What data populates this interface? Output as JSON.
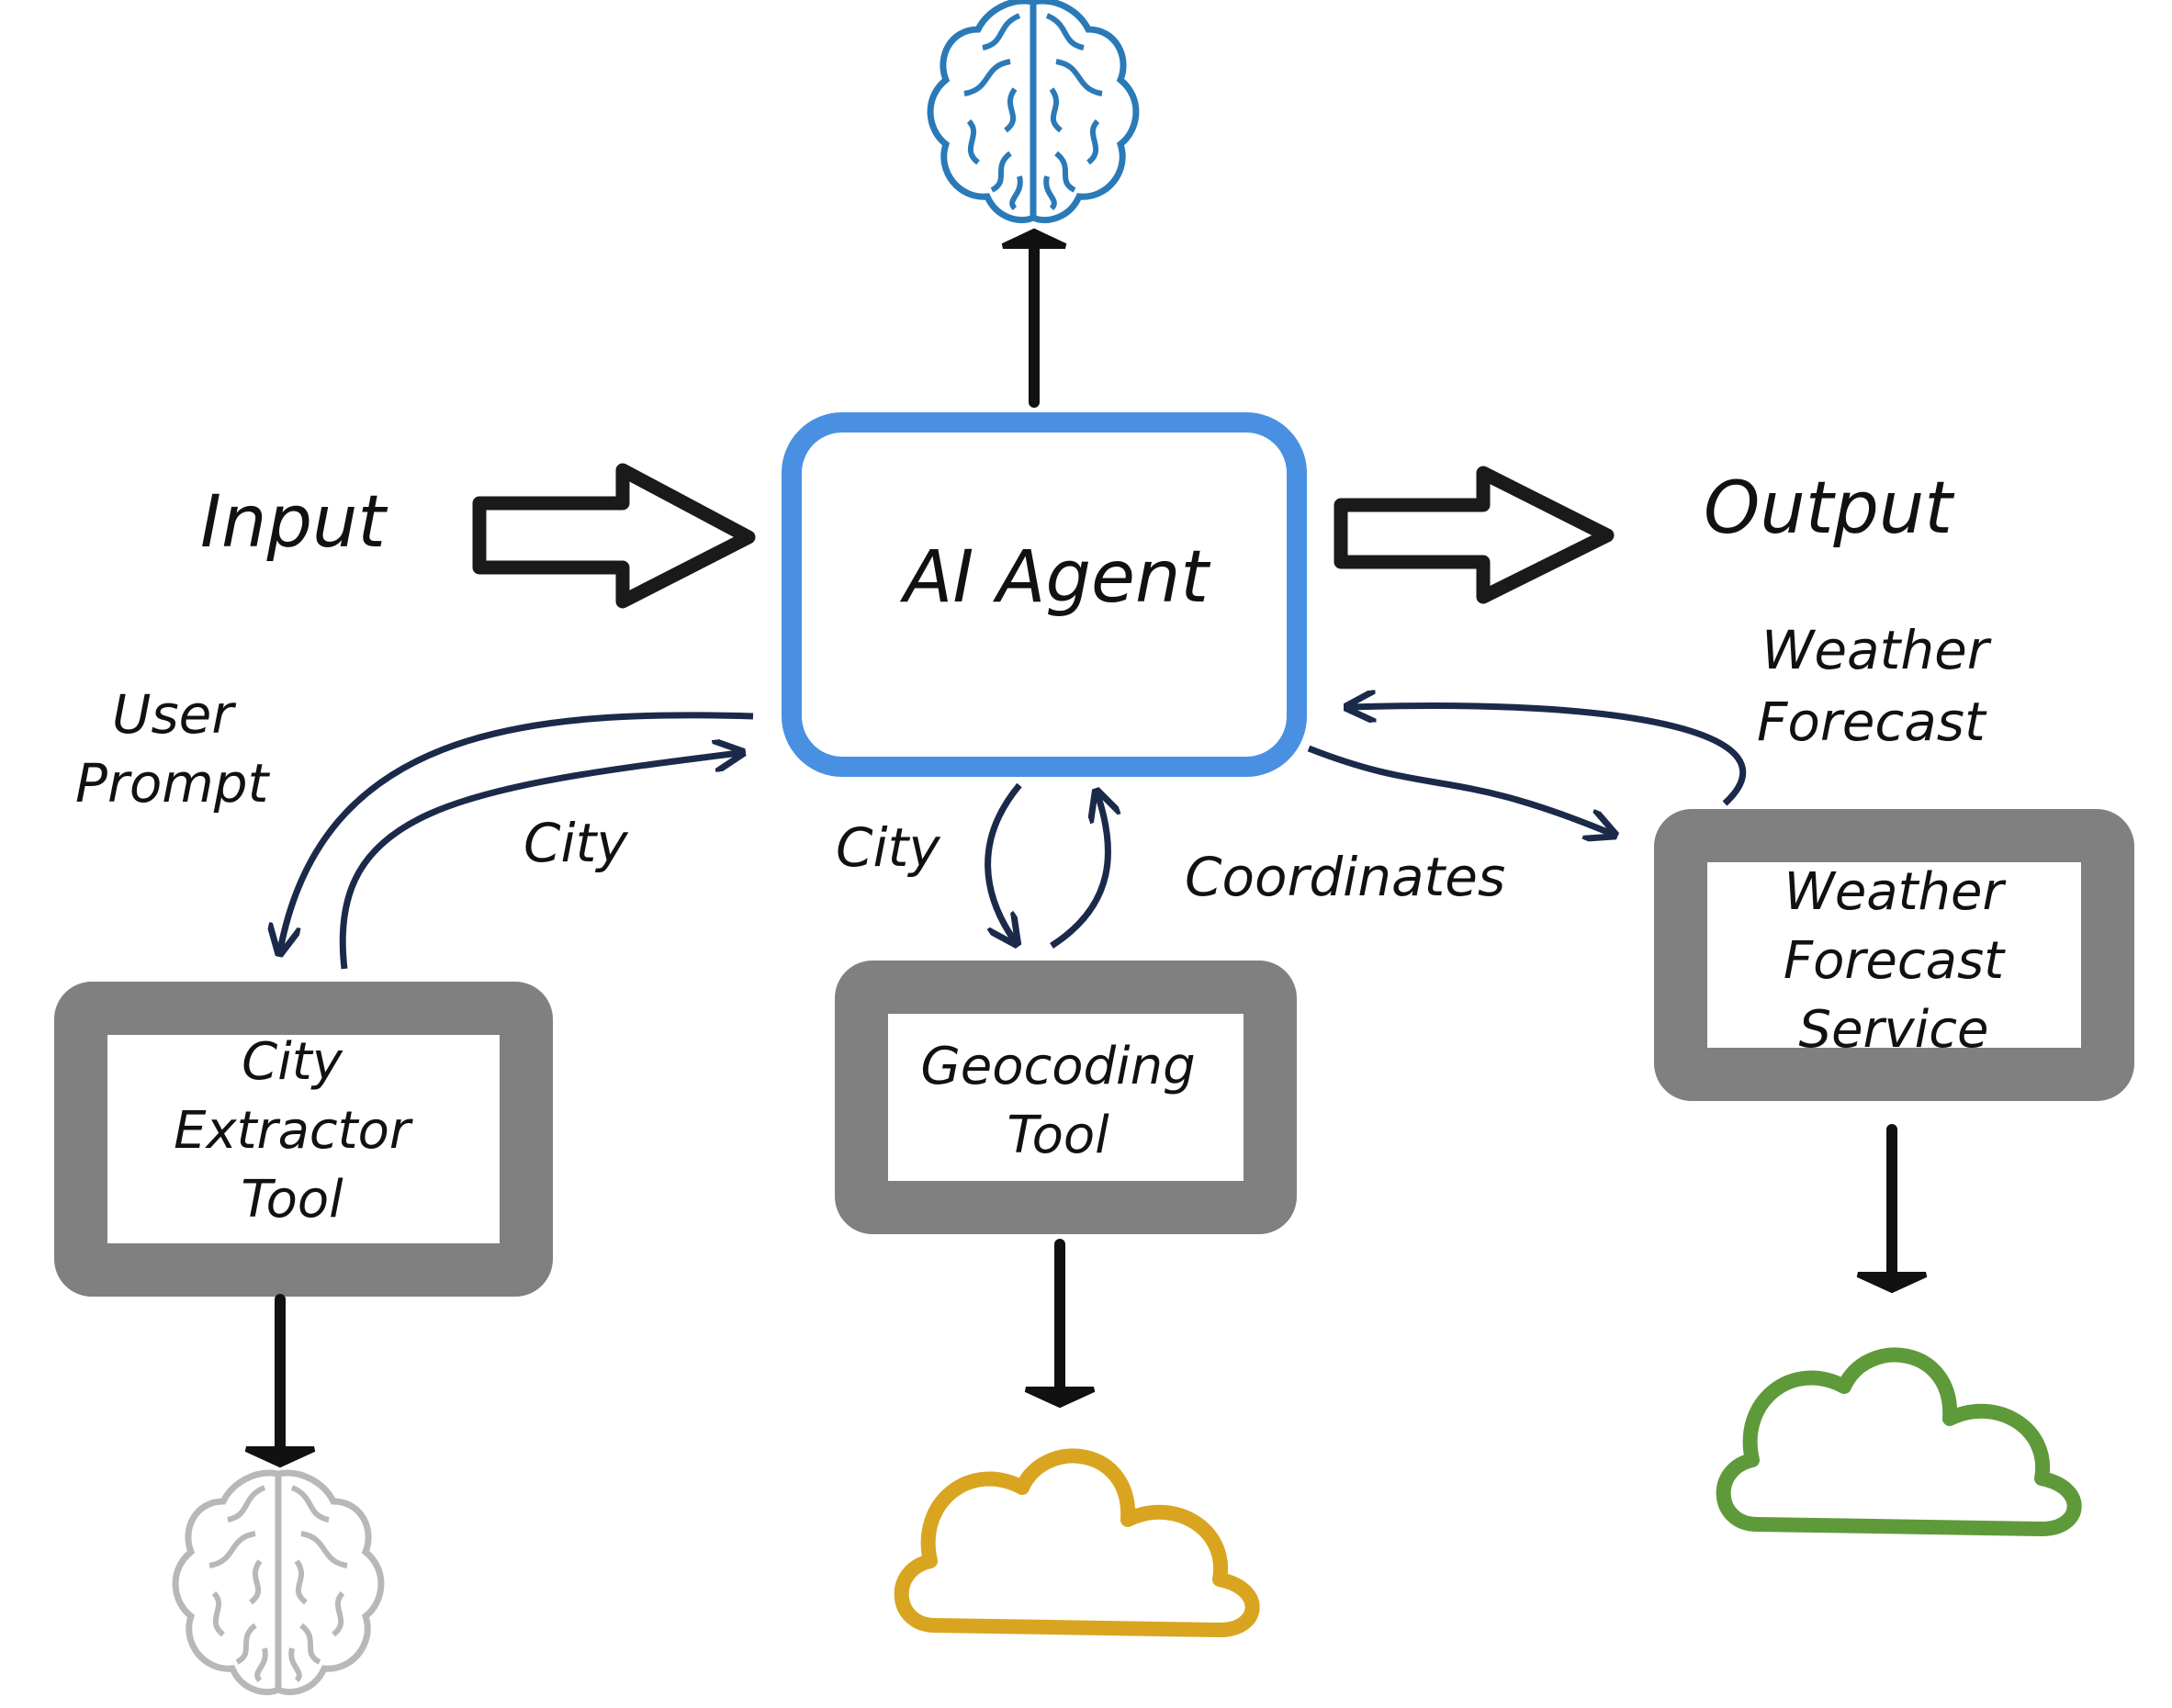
{
  "labels": {
    "input": "Input",
    "output": "Output",
    "agent": "AI Agent",
    "user_prompt": [
      "User",
      "Prompt"
    ],
    "city_left": "City",
    "city_mid": "City",
    "coordinates": "Coordinates",
    "weather_forecast": [
      "Weather",
      "Forecast"
    ]
  },
  "tools": {
    "city_extractor": [
      "City",
      "Extractor",
      "Tool"
    ],
    "geocoding": [
      "Geocoding",
      "Tool"
    ],
    "weather_service": [
      "Weather",
      "Forecast",
      "Service"
    ]
  },
  "icons": {
    "top": "brain-icon",
    "city_extractor": "brain-icon",
    "geocoding": "cloud-icon",
    "weather_service": "cloud-icon"
  },
  "colors": {
    "agent_border": "#4a90e2",
    "tool_frame": "#808080",
    "flow_arrow": "#1b2a4a",
    "brain_top": "#2a7ab8",
    "brain_bottom": "#b8b8b8",
    "cloud_geocoding": "#d9a520",
    "cloud_weather": "#5e9a3a"
  }
}
